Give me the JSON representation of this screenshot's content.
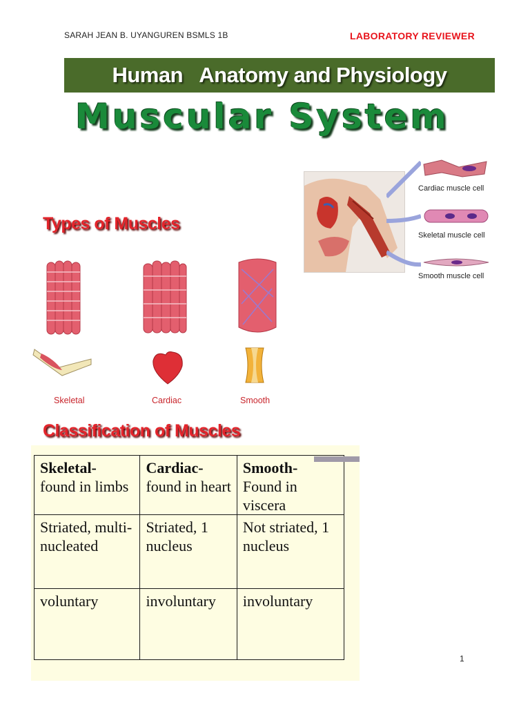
{
  "header": {
    "author": "SARAH JEAN B. UYANGUREN BSMLS 1B",
    "reviewer": "LABORATORY REVIEWER"
  },
  "banner": {
    "title": "Human   Anatomy and Physiology"
  },
  "main_title": "Muscular System",
  "sections": {
    "types_heading": "Types of Muscles",
    "classification_heading": "Classification of Muscles"
  },
  "cell_captions": [
    "Cardiac muscle cell",
    "Skeletal muscle cell",
    "Smooth muscle cell"
  ],
  "muscle_types": [
    "Skeletal",
    "Cardiac",
    "Smooth"
  ],
  "classification_table": {
    "rows": [
      [
        {
          "bold": "Skeletal-",
          "text": "found in limbs"
        },
        {
          "bold": "Cardiac-",
          "text": "found in heart"
        },
        {
          "bold": "Smooth-",
          "text": "Found in viscera"
        }
      ],
      [
        {
          "bold": "",
          "text": "Striated, multi-nucleated"
        },
        {
          "bold": "",
          "text": "Striated, 1 nucleus"
        },
        {
          "bold": "",
          "text": "Not striated, 1 nucleus"
        }
      ],
      [
        {
          "bold": "",
          "text": "voluntary"
        },
        {
          "bold": "",
          "text": "involuntary"
        },
        {
          "bold": "",
          "text": "involuntary"
        }
      ]
    ]
  },
  "page_number": "1",
  "colors": {
    "banner": "#4a6b2a",
    "title_green": "#1a8a3a",
    "heading_red": "#e3242b",
    "table_bg": "#fefde2"
  }
}
